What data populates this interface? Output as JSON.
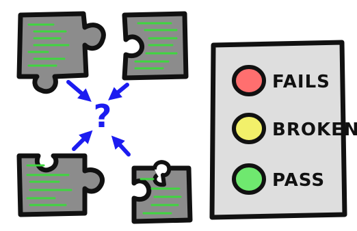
{
  "center_symbol": "?",
  "status_panel": {
    "items": [
      {
        "label": "FAILS",
        "color": "#ff6f6f"
      },
      {
        "label": "BROKEN",
        "color": "#f2f06a"
      },
      {
        "label": "PASS",
        "color": "#6fe86f"
      }
    ]
  },
  "colors": {
    "outline": "#111111",
    "piece_fill": "#8c8c8c",
    "panel_fill": "#dedede",
    "code_lines": "#3fd63f",
    "arrows": "#1c1cf0"
  }
}
